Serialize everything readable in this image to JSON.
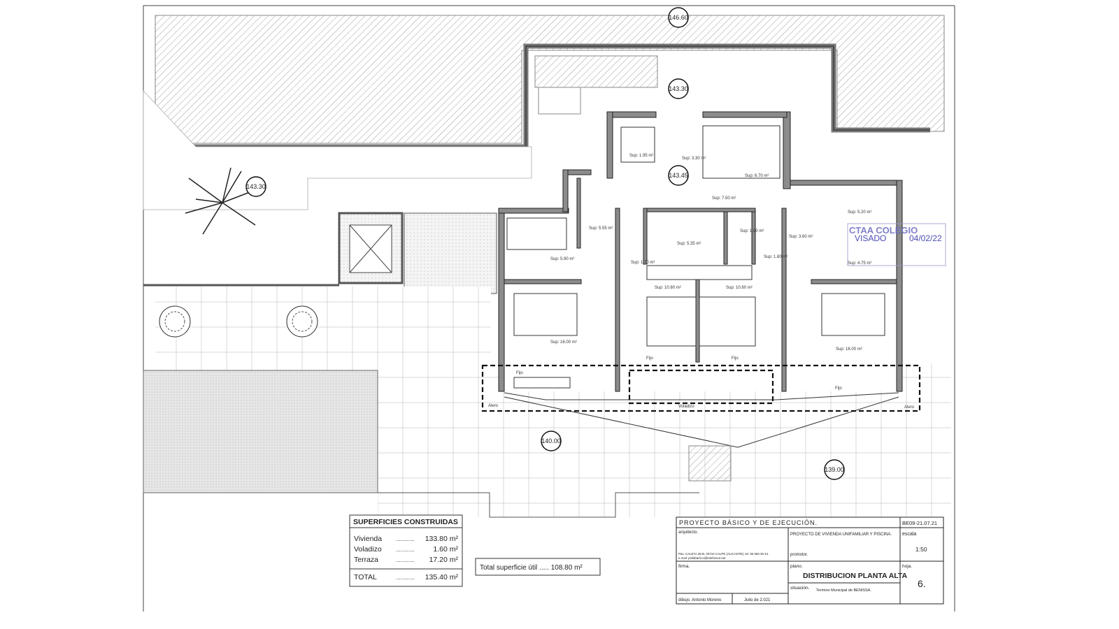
{
  "plan": {
    "levels": [
      "146.60",
      "143.30",
      "143.30",
      "143.45",
      "140.00",
      "139.00"
    ],
    "rooms": [
      "Sup: 1.95 m²",
      "Sup: 3.30 m²",
      "Sup: 6.70 m²",
      "Sup: 7.50 m²",
      "Sup: 5.55 m²",
      "Sup: 5.35 m²",
      "Sup: 1.90 m²",
      "Sup: 1.80 m²",
      "Sup: 1.70 m²",
      "Sup: 5.90 m²",
      "Sup: 10.80 m²",
      "Sup: 10.80 m²",
      "Sup: 3.60 m²",
      "Sup: 5.20 m²",
      "Sup: 4.75 m²",
      "Sup: 16.00 m²",
      "Sup: 16.00 m²"
    ],
    "annotations": {
      "fijo": "Fijo",
      "voladizo": "Voladizo",
      "alero": "Alero"
    }
  },
  "stamp": {
    "org": "CTAA COLEGIO",
    "label": "VISADO",
    "date": "04/02/22",
    "color": "#2a2aa8"
  },
  "surfaces": {
    "title": "SUPERFICIES CONSTRUIDAS",
    "rows": [
      {
        "label": "Vivienda",
        "dots": "............",
        "value": "133.80 m²"
      },
      {
        "label": "Voladizo",
        "dots": "............",
        "value": "1.60 m²"
      },
      {
        "label": "Terraza",
        "dots": "............",
        "value": "17.20 m²"
      }
    ],
    "total": {
      "label": "TOTAL",
      "dots": "............",
      "value": "135.40 m²"
    },
    "useful": "Total superficie útil ..... 108.80 m²"
  },
  "title_block": {
    "project": "PROYECTO BÁSICO Y DE EJECUCIÓN.",
    "code": "BE09-21.07.21",
    "arquitecto_label": "arquitecto.",
    "address": "Pas. CALETA 25-B, 03710 CALPE (ALICANTE); tel. 96 583 35 44.",
    "email": "e.mail: pinlabarrico@telefonica.net",
    "description": "PROYECTO DE VIVIENDA UNIFAMILIAR Y PISCINA.",
    "promotor_label": "promotor.",
    "escala_label": "escala",
    "escala": "1:50",
    "firma_label": "firma.",
    "plano_label": "plano.",
    "plano": "DISTRIBUCION PLANTA ALTA",
    "hoja_label": "hoja.",
    "hoja": "6.",
    "situacion_label": "situación.",
    "situacion": "Termino Municipal de BENISSA.",
    "dibujo": "dibujo. Antonio Moreno",
    "fecha": "Julio de 2.021"
  }
}
